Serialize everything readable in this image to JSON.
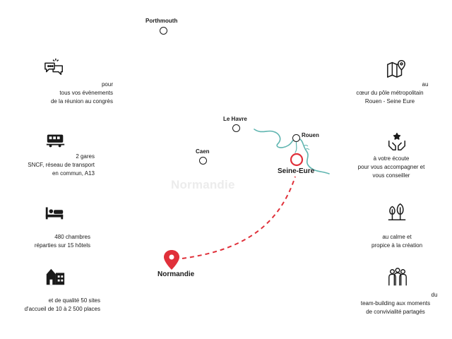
{
  "map": {
    "watermark": "Normandie",
    "cities": {
      "porthmouth": "Porthmouth",
      "le_havre": "Le Havre",
      "rouen": "Rouen",
      "caen": "Caen",
      "seine_eure": "Seine-Eure",
      "normandie": "Normandie"
    },
    "colors": {
      "accent": "#e0303a",
      "river": "#5fb5b0",
      "dots": "#1a1a1a"
    }
  },
  "features_left": [
    {
      "icon": "chat-bubbles-icon",
      "text": [
        "pour",
        "tous vos évènements",
        "de la réunion au congrès"
      ]
    },
    {
      "icon": "train-icon",
      "text": [
        "2 gares",
        "SNCF, réseau de transport",
        "en commun, A13"
      ]
    },
    {
      "icon": "bed-icon",
      "text": [
        "480 chambres",
        "réparties sur 15 hôtels"
      ]
    },
    {
      "icon": "building-icon",
      "text": [
        "et de qualité 50 sites",
        "d'accueil de 10 à 2 500 places"
      ]
    }
  ],
  "features_right": [
    {
      "icon": "map-pin-icon",
      "text": [
        "au",
        "cœur du pôle métropolitain",
        "Rouen - Seine Eure"
      ]
    },
    {
      "icon": "hands-star-icon",
      "text": [
        "à votre écoute",
        "pour vous accompagner et",
        "vous conseiller"
      ]
    },
    {
      "icon": "trees-icon",
      "text": [
        "au calme et",
        "propice à la création"
      ]
    },
    {
      "icon": "team-icon",
      "text": [
        "du",
        "team-building aux moments",
        "de convivialité partagés"
      ]
    }
  ]
}
